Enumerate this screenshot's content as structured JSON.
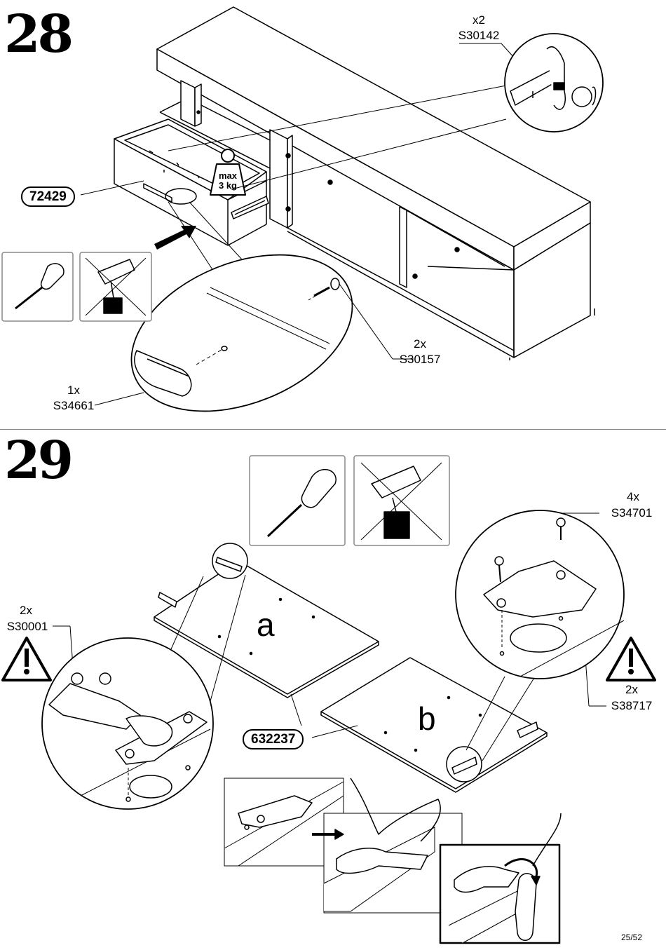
{
  "step1": {
    "number": "28",
    "part_drawer": "72429",
    "weight": {
      "line1": "max",
      "line2": "3 kg"
    },
    "screw_top": {
      "qty": "x2",
      "code": "S30142"
    },
    "screw_handle": {
      "qty": "2x",
      "code": "S30157"
    },
    "handle": {
      "qty": "1x",
      "code": "S34661"
    },
    "tools": [
      "screwdriver-icon",
      "drill-not-allowed-icon"
    ]
  },
  "step2": {
    "number": "29",
    "door_a": "a",
    "door_b": "b",
    "part_door": "632237",
    "screws": {
      "qty": "4x",
      "code": "S34701"
    },
    "hinge_left": {
      "qty": "2x",
      "code": "S30001"
    },
    "hinge_right": {
      "qty": "2x",
      "code": "S38717"
    },
    "tools": [
      "screwdriver-icon",
      "drill-not-allowed-icon",
      "warning-icon"
    ]
  },
  "page": "25/52"
}
